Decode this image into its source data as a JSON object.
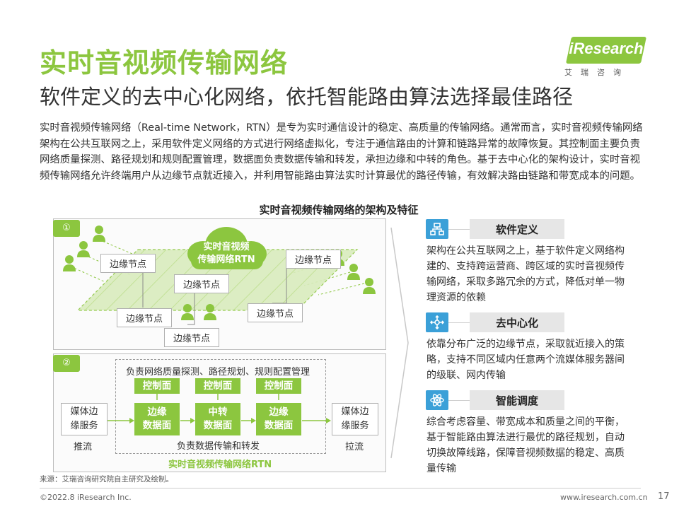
{
  "header": {
    "title": "实时音视频传输网络",
    "subtitle": "软件定义的去中心化网络，依托智能路由算法选择最佳路径"
  },
  "logo": {
    "brand": "iResearch",
    "cn": "艾瑞咨询"
  },
  "intro": "实时音视频传输网络（Real-time Network，RTN）是专为实时通信设计的稳定、高质量的传输网络。通常而言，实时音视频传输网络架构在公共互联网之上，采用软件定义网络的方式进行网络虚拟化，专注于通信路由的计算和链路异常的故障恢复。其控制面主要负责网络质量探测、路径规划和规则配置管理，数据面负责数据传输和转发，承担边缘和中转的角色。基于去中心化的架构设计，实时音视频传输网络允许终端用户从边缘节点就近接入，并利用智能路由算法实时计算最优的路径传输，有效解决路由链路和带宽成本的问题。",
  "diagram": {
    "title": "实时音视频传输网络的架构及特征",
    "panel1": {
      "badge": "①",
      "cloud_line1": "实时音视频",
      "cloud_line2": "传输网络RTN",
      "node_labels": [
        "边缘节点",
        "边缘节点",
        "边缘节点",
        "边缘节点",
        "边缘节点",
        "边缘节点"
      ]
    },
    "panel2": {
      "badge": "②",
      "control_caption": "负责网络质量探测、路径规划、规则配置管理",
      "control_label": "控制面",
      "data_planes": [
        {
          "line1": "边缘",
          "line2": "数据面"
        },
        {
          "line1": "中转",
          "line2": "数据面"
        },
        {
          "line1": "边缘",
          "line2": "数据面"
        }
      ],
      "media_left": {
        "line1": "媒体边",
        "line2": "缘服务"
      },
      "media_right": {
        "line1": "媒体边",
        "line2": "缘服务"
      },
      "push": "推流",
      "pull": "拉流",
      "data_caption": "负责数据传输和转发",
      "rtn_label": "实时音视频传输网络RTN"
    }
  },
  "features": [
    {
      "icon": "sitemap-icon",
      "title": "软件定义",
      "desc": "架构在公共互联网之上，基于软件定义网络构建的、支持跨运营商、跨区域的实时音视频传输网络，采取多路冗余的方式，降低对单一物理资源的依赖"
    },
    {
      "icon": "decentralize-icon",
      "title": "去中心化",
      "desc": "依靠分布广泛的边缘节点，采取就近接入的策略，支持不同区域内任意两个流媒体服务器间的级联、网内传输"
    },
    {
      "icon": "atom-icon",
      "title": "智能调度",
      "desc": "综合考虑容量、带宽成本和质量之间的平衡，基于智能路由算法进行最优的路径规划，自动切换故障线路，保障音视频数据的稳定、高质量传输"
    }
  ],
  "footer": {
    "source": "来源：艾瑞咨询研究院自主研究及绘制。",
    "copyright": "©2022.8 iResearch Inc.",
    "site": "www.iresearch.com.cn",
    "page": "17"
  },
  "colors": {
    "accent": "#8cc63f",
    "icon_blue": "#3ba0d8",
    "bar_gray": "#e6e6e6"
  }
}
